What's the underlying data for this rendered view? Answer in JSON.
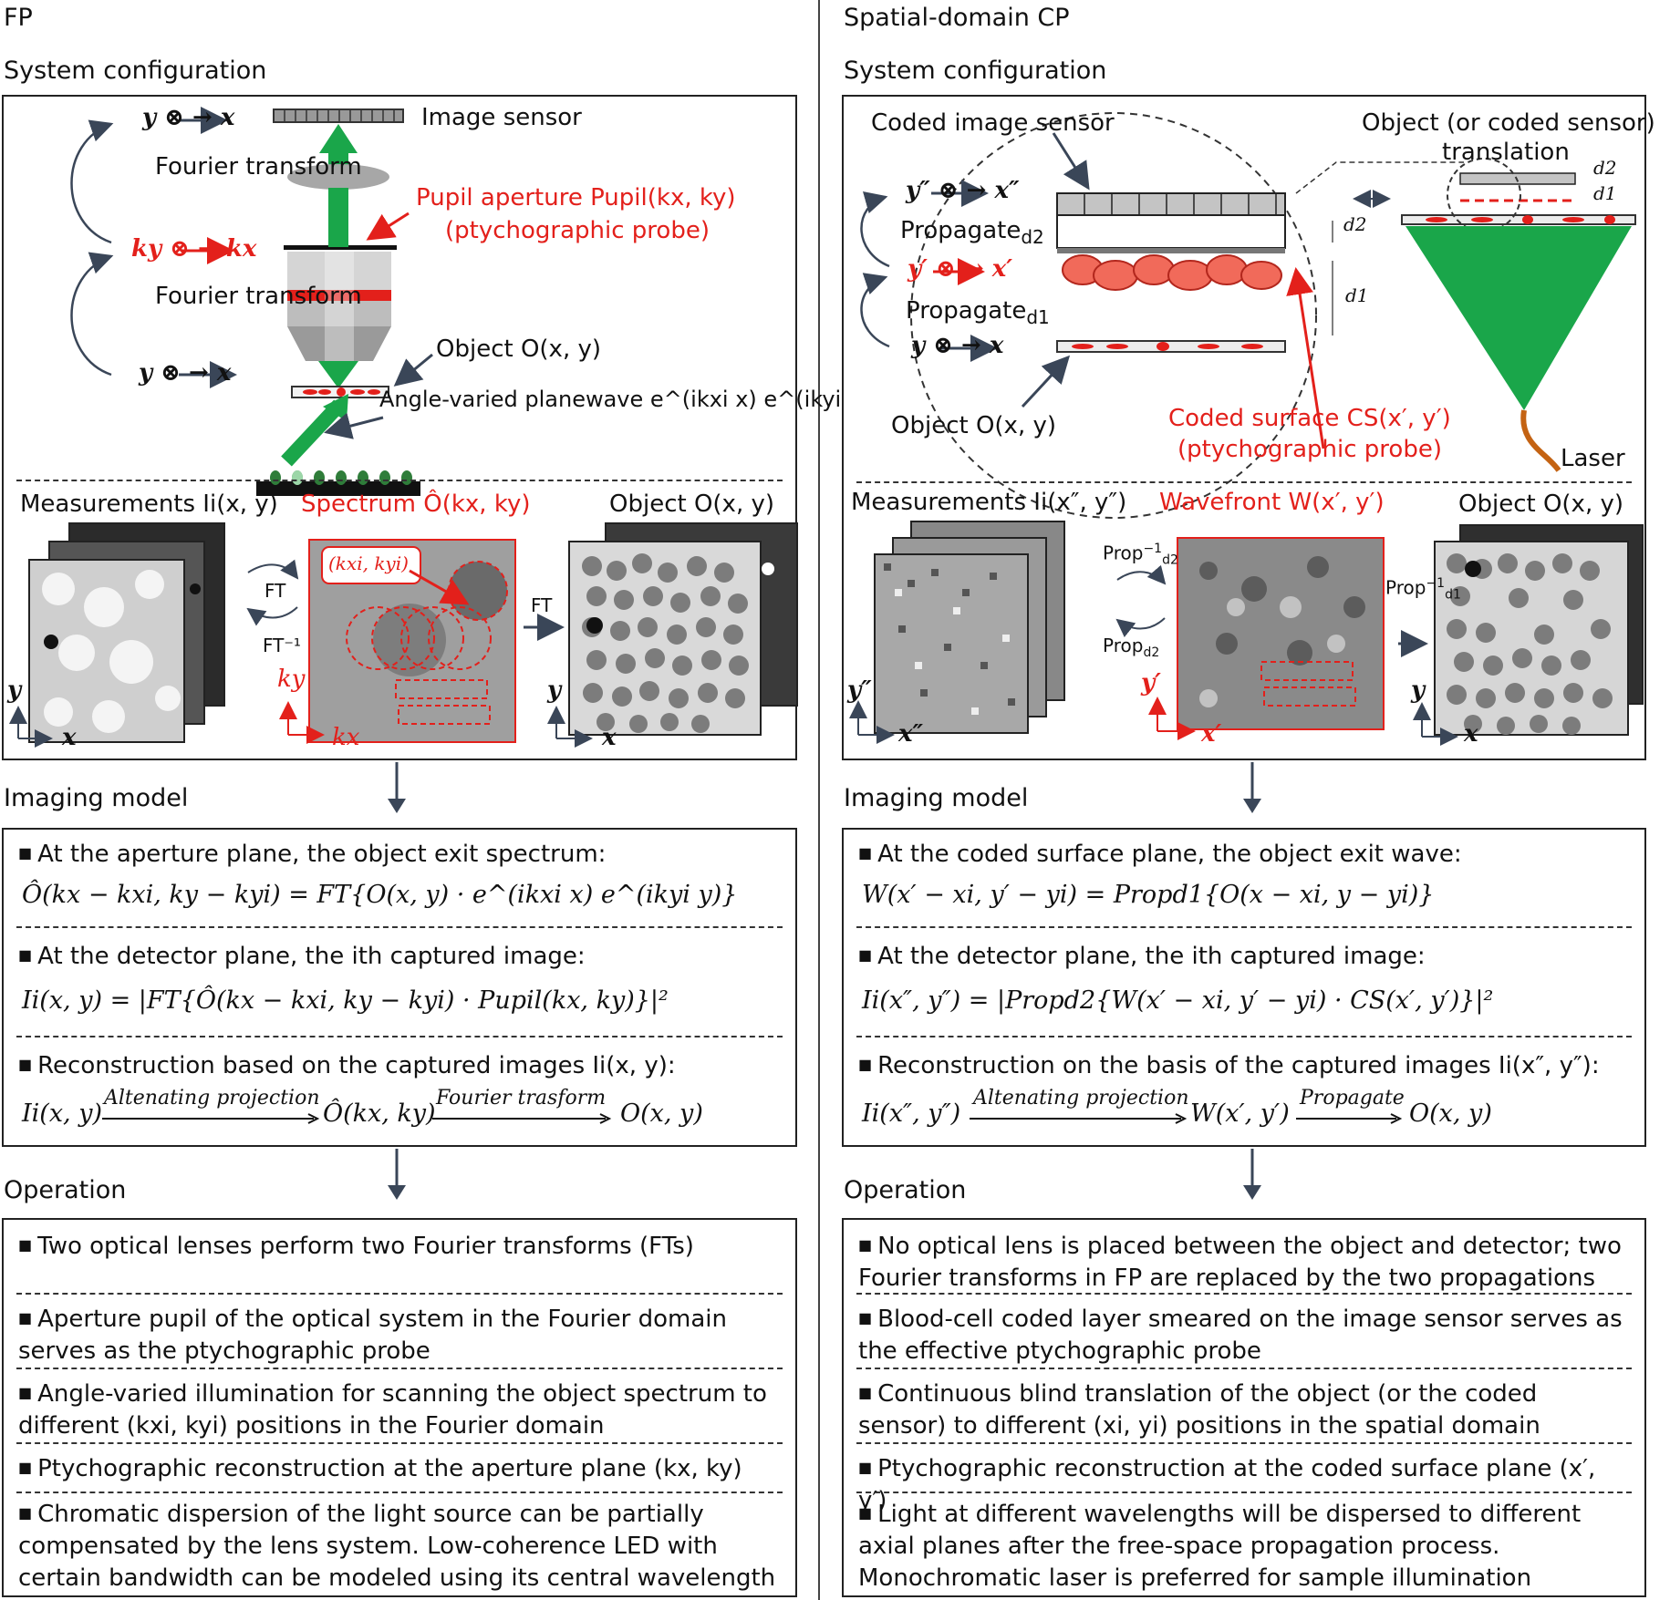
{
  "left": {
    "title": "FP",
    "system_configuration": "System configuration",
    "diagram": {
      "image_sensor": "Image sensor",
      "fourier_transform_1": "Fourier transform",
      "fourier_transform_2": "Fourier transform",
      "pupil_aperture": "Pupil aperture Pupil(k",
      "pupil_aperture_full": "Pupil aperture Pupil(kx, ky)",
      "ptychographic_probe": "(ptychographic probe)",
      "object": "Object O(x, y)",
      "planewave": "Angle-varied planewave e^(ikxi x) e^(ikyi y)",
      "axis_top": "y ⊗ → x",
      "axis_mid": "ky ⊗ → kx",
      "axis_bot": "y ⊗ → x"
    },
    "recon": {
      "measurements": "Measurements Ii(x, y)",
      "spectrum": "Spectrum Ô(kx, ky)",
      "object": "Object O(x, y)",
      "ft": "FT",
      "ft_inv": "FT⁻¹",
      "ft2": "FT",
      "kxi_kyi": "(kxi, kyi)",
      "ax_x": "x",
      "ax_y": "y",
      "ax_kx": "kx",
      "ax_ky": "ky"
    },
    "imaging_model": "Imaging model",
    "model_rows": [
      {
        "text": "At the aperture plane, the object exit spectrum:",
        "eq": "Ô(kx − kxi, ky − kyi) = FT{O(x, y) · e^(ikxi x) e^(ikyi y)}"
      },
      {
        "text": "At the detector plane, the ith captured image:",
        "eq": "Ii(x, y) = |FT{Ô(kx − kxi, ky − kyi) · Pupil(kx, ky)}|²"
      },
      {
        "text": "Reconstruction based on the captured images Ii(x, y):",
        "eq_left": "Ii(x, y)",
        "eq_arrow1": "Altenating projection",
        "eq_mid": "Ô(kx, ky)",
        "eq_arrow2": "Fourier trasform",
        "eq_right": "O(x, y)"
      }
    ],
    "operation": "Operation",
    "operation_rows": [
      "Two optical lenses perform two Fourier transforms (FTs)",
      "Aperture pupil of the optical system in the Fourier domain serves as the ptychographic probe",
      "Angle-varied illumination for scanning the object spectrum to different (kxi, kyi) positions in the Fourier domain",
      "Ptychographic reconstruction at the aperture plane (kx, ky)",
      "Chromatic dispersion of the light source can be partially compensated by the lens system. Low-coherence LED with certain bandwidth can be modeled using its central wavelength"
    ]
  },
  "right": {
    "title": "Spatial-domain CP",
    "system_configuration": "System configuration",
    "diagram": {
      "coded_image_sensor": "Coded image sensor",
      "translation_1": "Object (or coded sensor)",
      "translation_2": "translation",
      "propagate_d2": "Propagate",
      "propagate_d1": "Propagate",
      "sub_d2": "d2",
      "sub_d1": "d1",
      "object": "Object O(x, y)",
      "coded_surface": "Coded surface CS(x′, y′)",
      "ptychographic_probe": "(ptychographic probe)",
      "laser": "Laser",
      "axis_top": "y″ ⊗ → x″",
      "axis_mid": "y′ ⊗ → x′",
      "axis_bot": "y ⊗ → x"
    },
    "recon": {
      "measurements": "Measurements Ii(x″, y″)",
      "wavefront": "Wavefront W(x′, y′)",
      "object": "Object O(x, y)",
      "prop_inv_d2": "Prop",
      "prop_d2": "Prop",
      "prop_inv_d1": "Prop",
      "ax_x2": "x″",
      "ax_y2": "y″",
      "ax_x1": "x′",
      "ax_y1": "y′",
      "ax_x": "x",
      "ax_y": "y"
    },
    "imaging_model": "Imaging model",
    "model_rows": [
      {
        "text": "At the coded surface plane, the object exit wave:",
        "eq": "W(x′ − xi, y′ − yi) = Propd1{O(x − xi, y − yi)}"
      },
      {
        "text": "At the detector plane, the ith captured image:",
        "eq": "Ii(x″, y″) = |Propd2{W(x′ − xi, y′ − yi) · CS(x′, y′)}|²"
      },
      {
        "text": "Reconstruction on the basis of the captured images Ii(x″, y″):",
        "eq_left": "Ii(x″, y″)",
        "eq_arrow1": "Altenating projection",
        "eq_mid": "W(x′, y′)",
        "eq_arrow2": "Propagate",
        "eq_right": "O(x, y)"
      }
    ],
    "operation": "Operation",
    "operation_rows": [
      "No optical lens is placed between the object and detector; two Fourier transforms in FP are replaced by the two propagations",
      "Blood-cell coded layer smeared on the image sensor serves as the effective ptychographic probe",
      "Continuous blind translation of the object (or the coded sensor) to different (xi, yi) positions in the spatial domain",
      "Ptychographic reconstruction at the coded surface plane (x′, y′)",
      "Light at different wavelengths will be dispersed to different axial planes after the free-space propagation process. Monochromatic laser is preferred for sample illumination"
    ]
  }
}
